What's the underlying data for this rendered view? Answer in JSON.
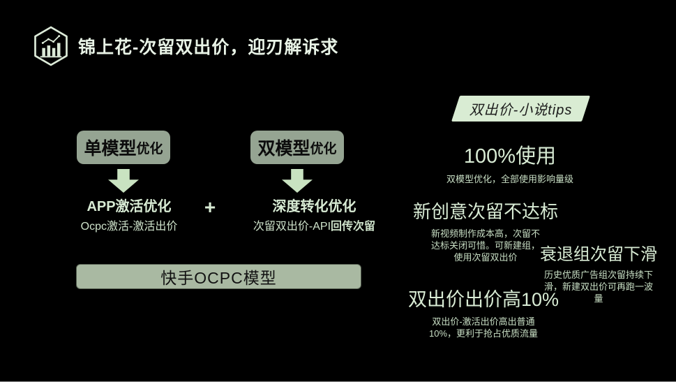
{
  "slide": {
    "title": "锦上花-次留双出价，迎刃解诉求",
    "icon": "bar-chart-hexagon"
  },
  "colors": {
    "background": "#000000",
    "text_mint": "#d8ebd4",
    "box_fill": "#95a492",
    "arrow_fill": "#c9e3c1",
    "result_box_fill": "#a9b9a2",
    "banner_fill": "#d9ecd3"
  },
  "left_diagram": {
    "model_boxes": [
      {
        "main": "单模型",
        "suffix": "优化"
      },
      {
        "main": "双模型",
        "suffix": "优化"
      }
    ],
    "plus": "+",
    "branches": [
      {
        "heading": "APP激活优化",
        "sub": "Ocpc激活-激活出价"
      },
      {
        "heading": "深度转化优化",
        "sub_regular": "次留双出价-API",
        "sub_bold": "回传次留"
      }
    ],
    "result_box": "快手OCPC模型"
  },
  "tips_panel": {
    "banner": "双出价-小说tips",
    "tips": [
      {
        "heading": "100%使用",
        "lines": [
          "双模型优化，全部使用影响量级"
        ]
      },
      {
        "heading": "新创意次留不达标",
        "lines": [
          "新视频制作成本高，次留不",
          "达标关闭可惜。可新建组，",
          "使用次留双出价"
        ]
      },
      {
        "heading": "衰退组次留下滑",
        "lines": [
          "历史优质广告组次留持续下",
          "滑，新建双出价可再跑一波",
          "量"
        ]
      },
      {
        "heading": "双出价出价高10%",
        "lines": [
          "双出价-激活出价高出普通",
          "10%，更利于抢占优质流量"
        ]
      }
    ]
  }
}
